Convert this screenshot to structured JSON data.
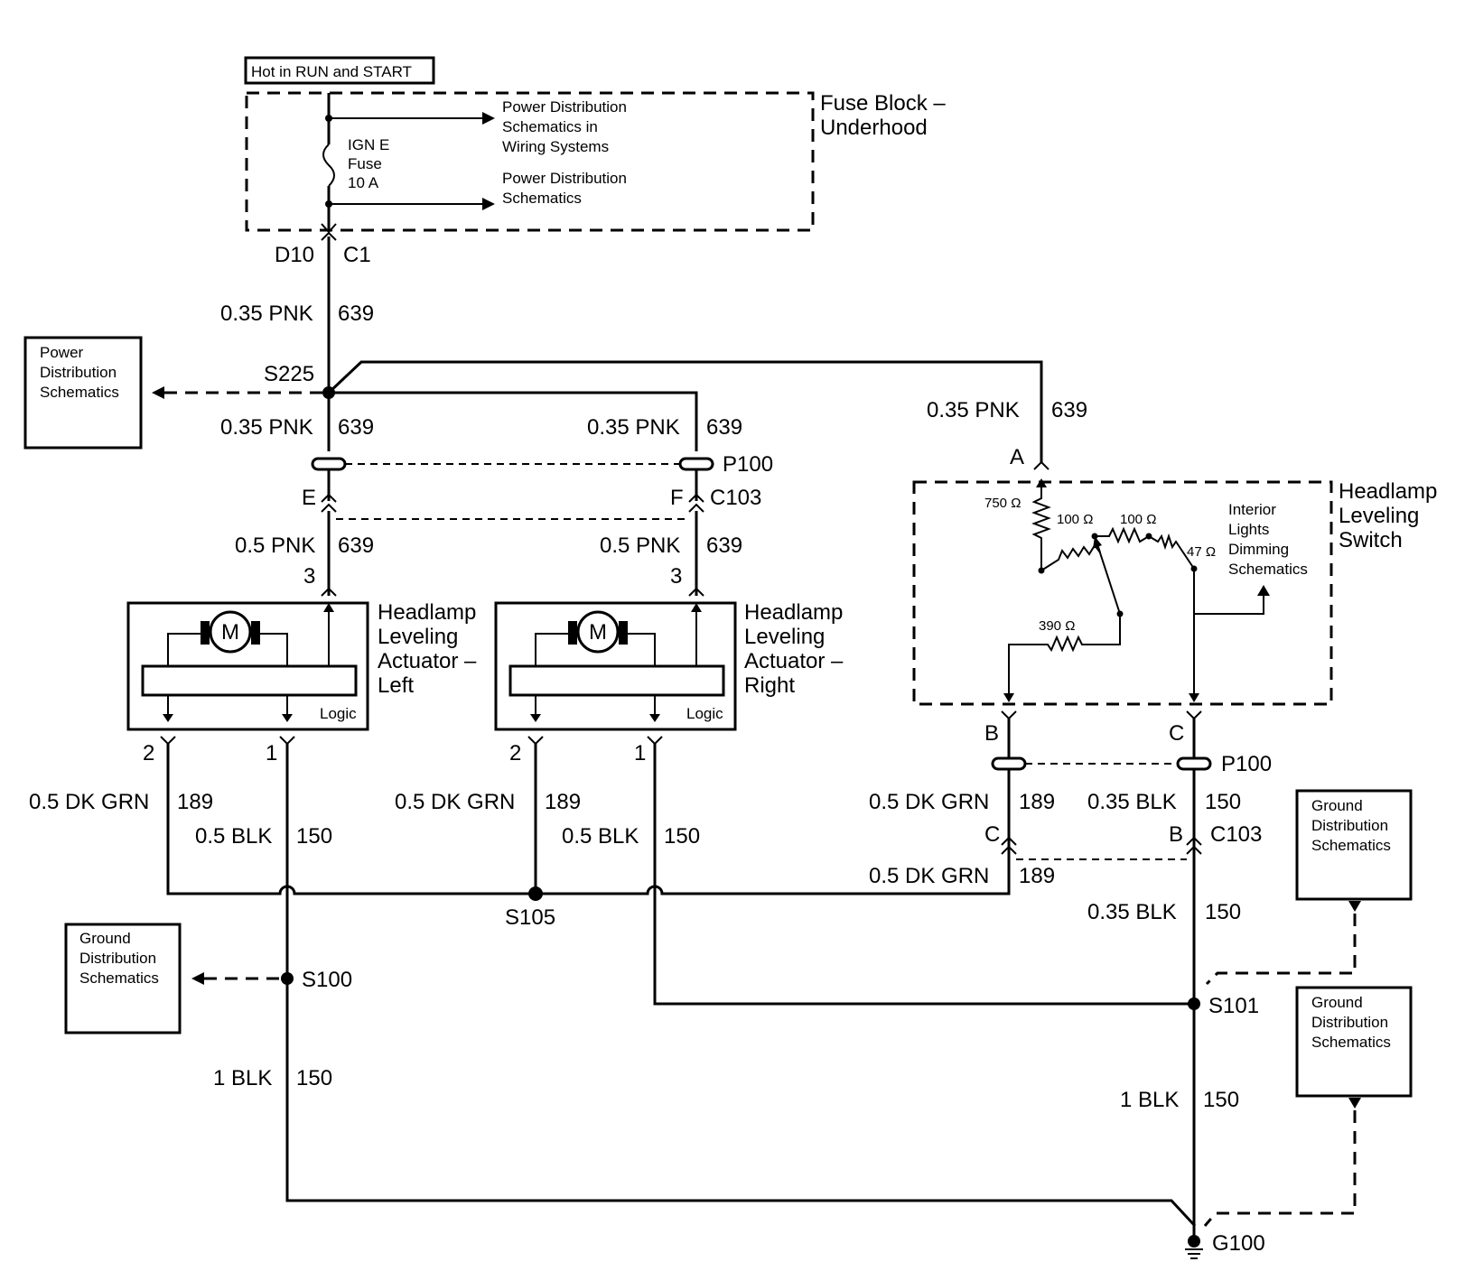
{
  "power_source": "Hot in RUN and START",
  "fuse_block": {
    "title_line1": "Fuse Block –",
    "title_line2": "Underhood",
    "fuse_line1": "IGN E",
    "fuse_line2": "Fuse",
    "fuse_line3": "10 A",
    "ref1_line1": "Power Distribution",
    "ref1_line2": "Schematics in",
    "ref1_line3": "Wiring Systems",
    "ref2_line1": "Power Distribution",
    "ref2_line2": "Schematics"
  },
  "connectors": {
    "d10": "D10",
    "c1": "C1",
    "p100_top": "P100",
    "c103_top": "C103",
    "p100_right": "P100",
    "c103_right": "C103"
  },
  "pins": {
    "e": "E",
    "f": "F",
    "left_3": "3",
    "right_3": "3",
    "left_2": "2",
    "left_1": "1",
    "right_2": "2",
    "right_1": "1",
    "switch_a": "A",
    "switch_b": "B",
    "switch_c": "C",
    "c103_c": "C",
    "c103_b": "B"
  },
  "splices": {
    "s225": "S225",
    "s105": "S105",
    "s100": "S100",
    "s101": "S101",
    "g100": "G100"
  },
  "wires": {
    "pnk035": "0.35 PNK",
    "pnk05": "0.5 PNK",
    "circuit_639": "639",
    "dkgrn05": "0.5 DK GRN",
    "circuit_189": "189",
    "blk05": "0.5 BLK",
    "blk035": "0.35 BLK",
    "blk1": "1 BLK",
    "circuit_150": "150"
  },
  "ref_boxes": {
    "power_dist": [
      "Power",
      "Distribution",
      "Schematics"
    ],
    "ground_dist": [
      "Ground",
      "Distribution",
      "Schematics"
    ]
  },
  "actuator_left": {
    "title": [
      "Headlamp",
      "Leveling",
      "Actuator –",
      "Left"
    ],
    "motor": "M",
    "logic": "Logic"
  },
  "actuator_right": {
    "title": [
      "Headlamp",
      "Leveling",
      "Actuator –",
      "Right"
    ],
    "motor": "M",
    "logic": "Logic"
  },
  "switch": {
    "title": [
      "Headlamp",
      "Leveling",
      "Switch"
    ],
    "r750": "750 Ω",
    "r100a": "100 Ω",
    "r100b": "100 Ω",
    "r47": "47 Ω",
    "r390": "390 Ω",
    "interior_ref": [
      "Interior",
      "Lights",
      "Dimming",
      "Schematics"
    ]
  }
}
